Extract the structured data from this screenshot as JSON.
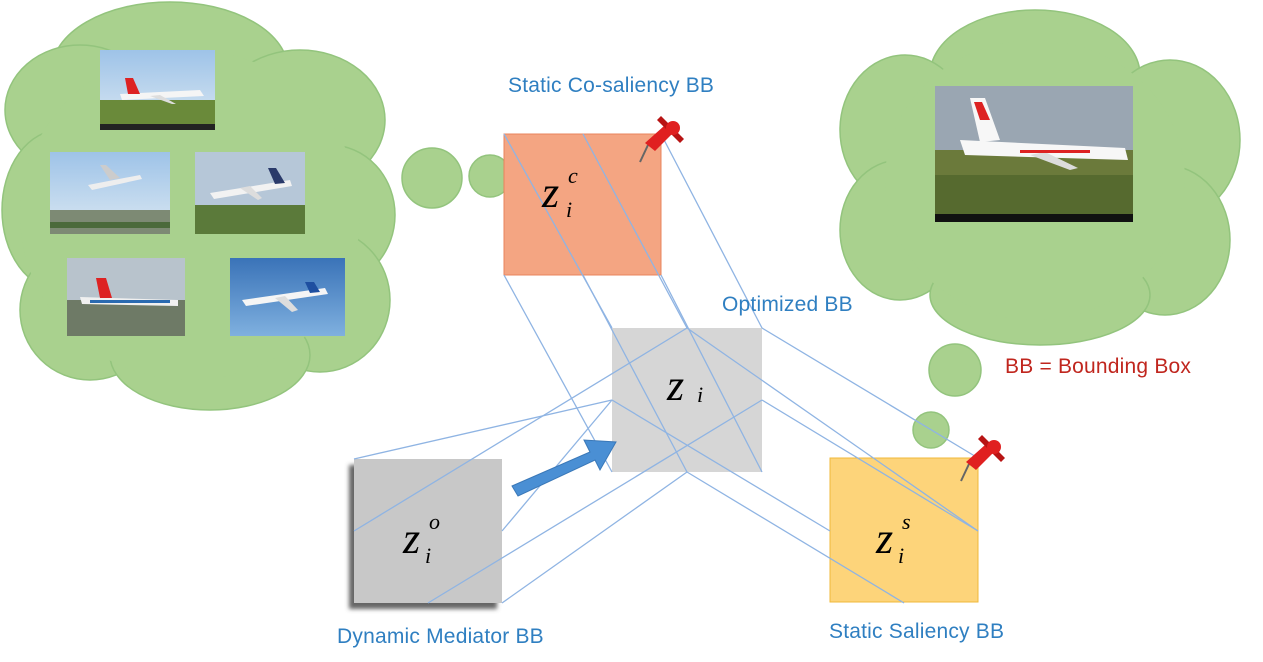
{
  "labels": {
    "static_cosaliency": "Static Co-saliency BB",
    "optimized": "Optimized BB",
    "bb_legend": "BB = Bounding Box",
    "dynamic_mediator": "Dynamic Mediator BB",
    "static_saliency": "Static Saliency BB"
  },
  "boxes": {
    "cosaliency": {
      "symbol": "z",
      "subscript": "i",
      "superscript": "c"
    },
    "optimized": {
      "symbol": "z",
      "subscript": "i",
      "superscript": ""
    },
    "mediator": {
      "symbol": "z",
      "subscript": "i",
      "superscript": "o"
    },
    "saliency": {
      "symbol": "z",
      "subscript": "i",
      "superscript": "s"
    }
  },
  "colors": {
    "label_blue": "#2f7fc1",
    "label_red": "#c0261e",
    "cloud_green": "#a9d18e",
    "cloud_stroke": "#8bbf6f",
    "bubble_green": "#93c47d",
    "cosaliency_fill": "#f4a582",
    "optimized_fill": "#d6d6d6",
    "mediator_fill": "#c8c8c8",
    "saliency_fill": "#fdd47a",
    "connector_blue": "#8fb4e3",
    "arrow_blue": "#4a8fd4",
    "pin_red": "#e02020"
  },
  "icons": [
    "pushpin-icon",
    "arrow-right-icon",
    "airplane-photo"
  ]
}
